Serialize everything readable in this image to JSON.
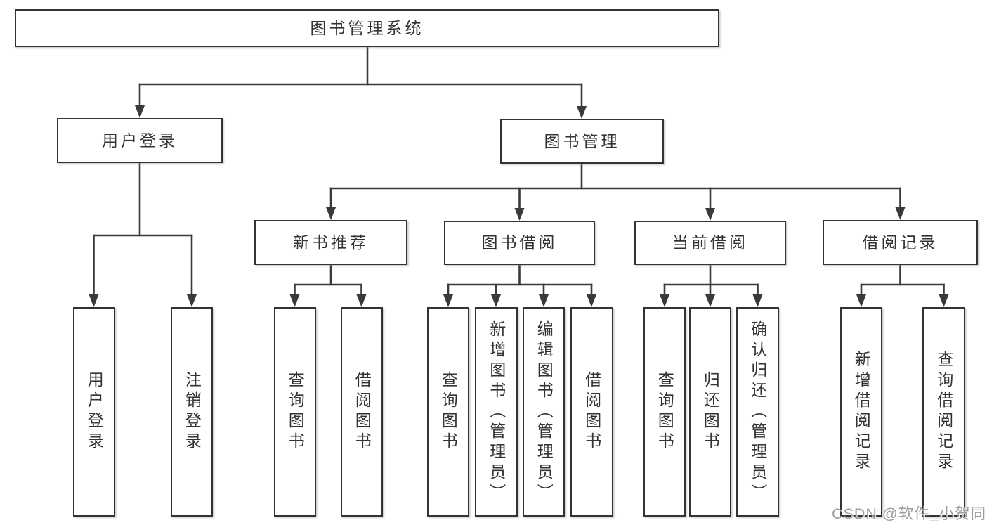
{
  "nodes": {
    "root": {
      "label": "图书管理系统"
    },
    "user_login": {
      "label": "用户登录"
    },
    "book_mgmt": {
      "label": "图书管理"
    },
    "new_book_rec": {
      "label": "新书推荐"
    },
    "book_borrow": {
      "label": "图书借阅"
    },
    "current_borrow": {
      "label": "当前借阅"
    },
    "borrow_records": {
      "label": "借阅记录"
    },
    "leaf_user_login": {
      "label": "用户登录"
    },
    "leaf_logout": {
      "label": "注销登录"
    },
    "leaf_query_book_1": {
      "label": "查询图书"
    },
    "leaf_borrow_book_1": {
      "label": "借阅图书"
    },
    "leaf_query_book_2": {
      "label": "查询图书"
    },
    "leaf_add_book": {
      "label": "新增图书（管理员）"
    },
    "leaf_edit_book": {
      "label": "编辑图书（管理员）"
    },
    "leaf_borrow_book_2": {
      "label": "借阅图书"
    },
    "leaf_query_book_3": {
      "label": "查询图书"
    },
    "leaf_return_book": {
      "label": "归还图书"
    },
    "leaf_confirm_return": {
      "label": "确认归还（管理员）"
    },
    "leaf_add_record": {
      "label": "新增借阅记录"
    },
    "leaf_query_record": {
      "label": "查询借阅记录"
    }
  },
  "tree": {
    "root": [
      "user_login",
      "book_mgmt"
    ],
    "user_login": [
      "leaf_user_login",
      "leaf_logout"
    ],
    "book_mgmt": [
      "new_book_rec",
      "book_borrow",
      "current_borrow",
      "borrow_records"
    ],
    "new_book_rec": [
      "leaf_query_book_1",
      "leaf_borrow_book_1"
    ],
    "book_borrow": [
      "leaf_query_book_2",
      "leaf_add_book",
      "leaf_edit_book",
      "leaf_borrow_book_2"
    ],
    "current_borrow": [
      "leaf_query_book_3",
      "leaf_return_book",
      "leaf_confirm_return"
    ],
    "borrow_records": [
      "leaf_add_record",
      "leaf_query_record"
    ]
  },
  "watermark": {
    "text": "CSDN @软件_小贺同学",
    "color": "#9e9e9e"
  },
  "colors": {
    "line": "#3a3a3a",
    "box_border": "#333333",
    "box_fill": "#ffffff",
    "text": "#333333",
    "background": "#ffffff"
  }
}
